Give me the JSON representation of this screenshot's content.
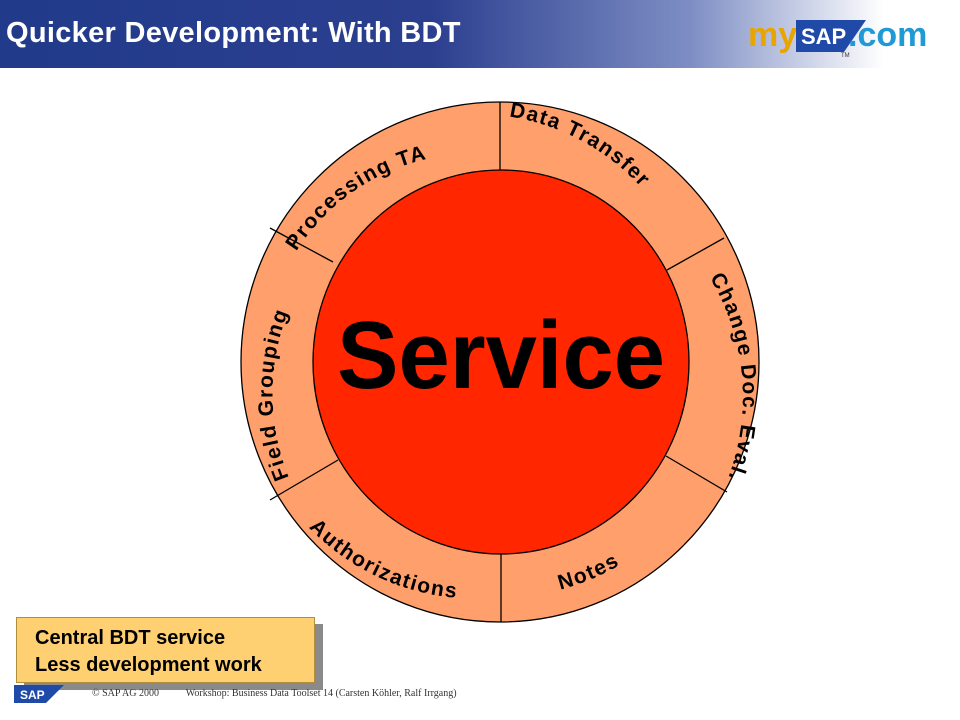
{
  "header": {
    "title": "Quicker Development: With BDT"
  },
  "logo": {
    "part1": "my",
    "part2": "SAP",
    "part3": ".com",
    "tm": "TM"
  },
  "diagram": {
    "center_label": "Service",
    "segments": [
      {
        "label": "Processing TA"
      },
      {
        "label": "Data Transfer"
      },
      {
        "label": "Change Doc. Eval."
      },
      {
        "label": "Notes"
      },
      {
        "label": "Authorizations"
      },
      {
        "label": "Field Grouping"
      }
    ],
    "colors": {
      "ring": "#ff9f6b",
      "center": "#ff2600",
      "outline": "#000000"
    }
  },
  "callout": {
    "lines": [
      "Central BDT service",
      "Less development work"
    ]
  },
  "footer": {
    "left_text": "© SAP AG 2000",
    "right_text": "Workshop: Business Data Toolset 14 (Carsten Köhler, Ralf Irrgang)",
    "logo_text": "SAP"
  }
}
